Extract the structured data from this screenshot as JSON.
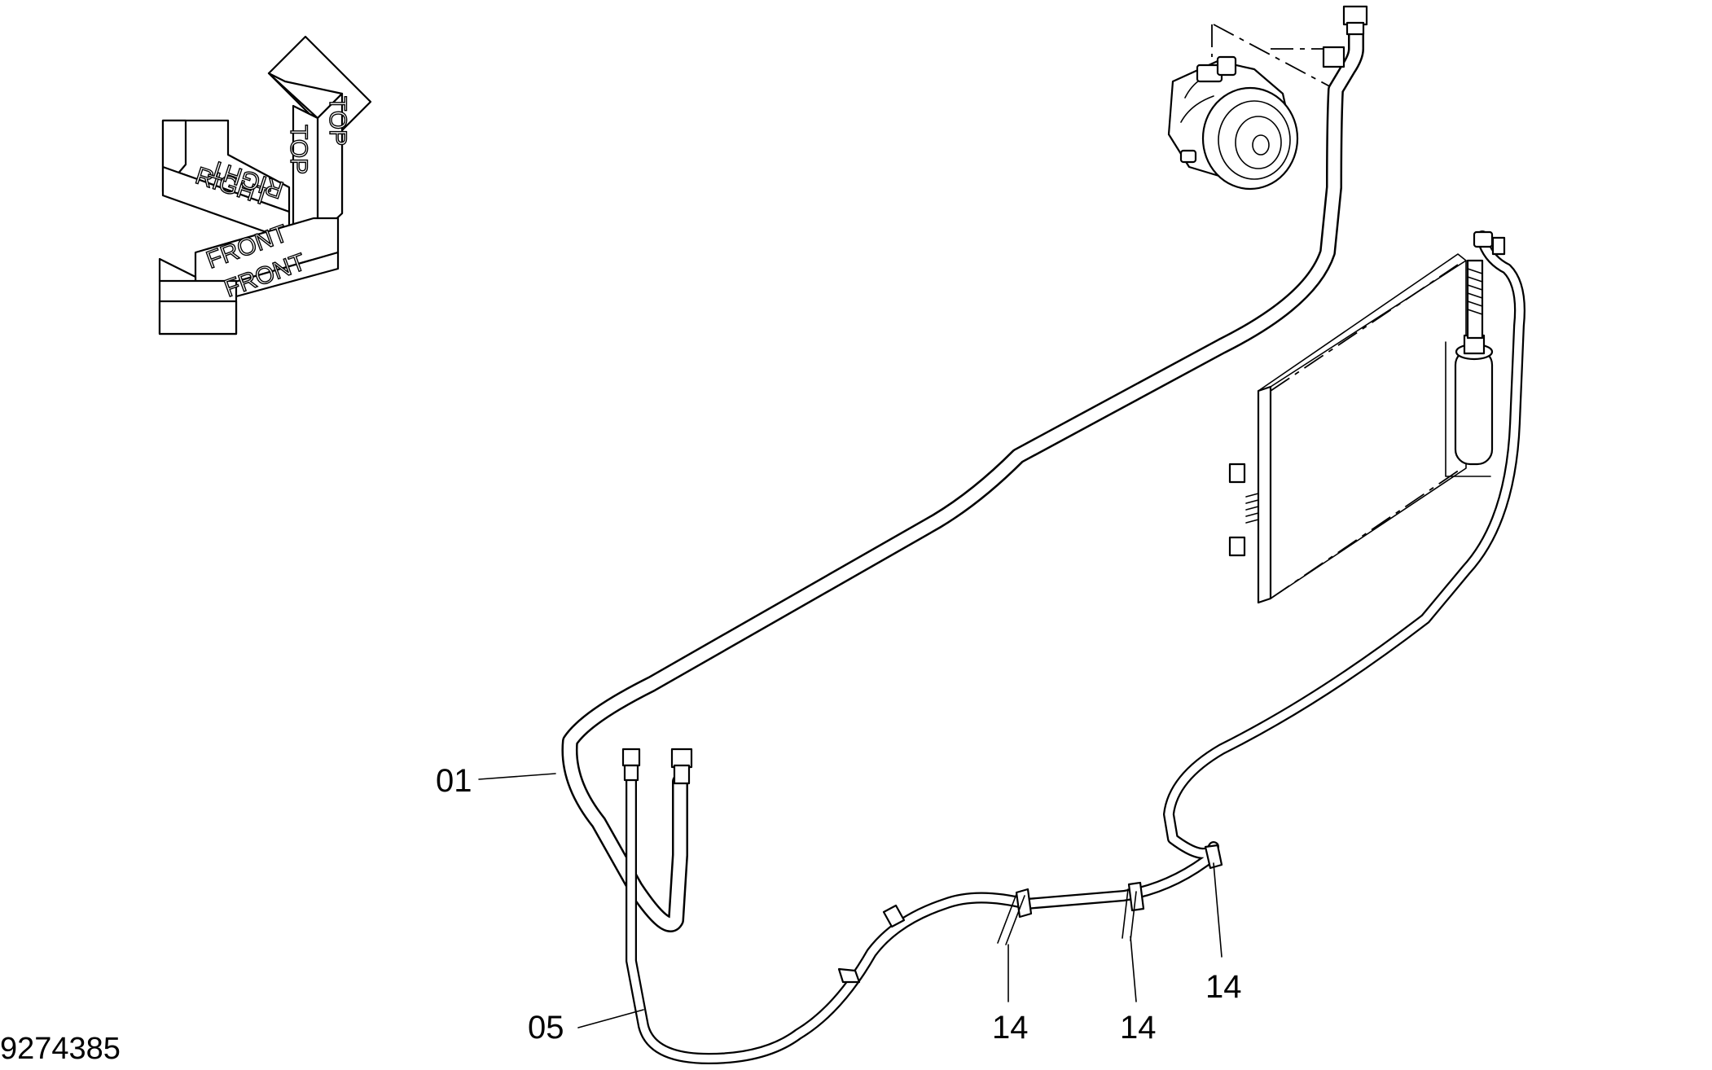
{
  "drawing_number": "9274385",
  "orientation": {
    "top": "TOP",
    "right": "RIGHT",
    "front": "FRONT"
  },
  "callouts": [
    {
      "id": "callout-01",
      "label": "01"
    },
    {
      "id": "callout-05",
      "label": "05"
    },
    {
      "id": "callout-14-a",
      "label": "14"
    },
    {
      "id": "callout-14-b",
      "label": "14"
    },
    {
      "id": "callout-14-c",
      "label": "14"
    }
  ]
}
